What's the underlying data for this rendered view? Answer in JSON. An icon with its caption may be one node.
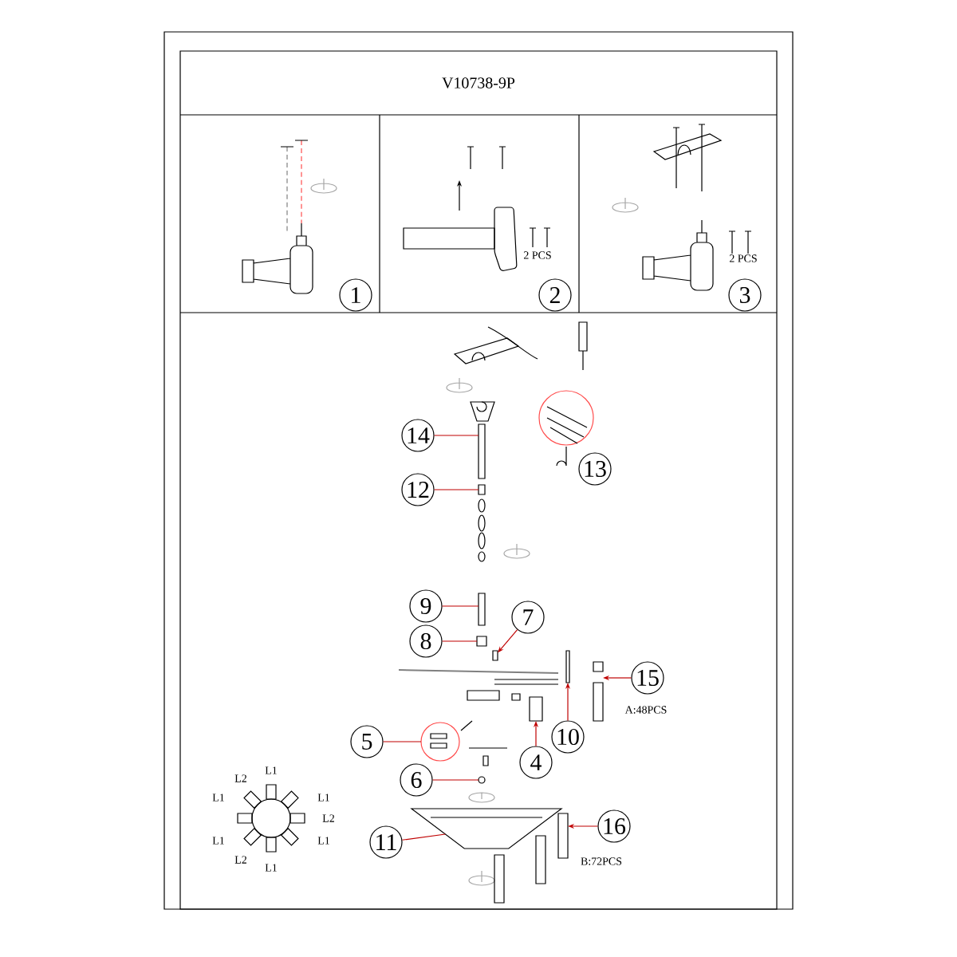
{
  "diagram": {
    "title": "V10738-9P",
    "nodes": [
      {
        "text": [
          "1"
        ]
      },
      {
        "text": [
          "2"
        ]
      },
      {
        "text": [
          "3"
        ]
      },
      {
        "text": [
          "14"
        ]
      },
      {
        "text": [
          "13"
        ]
      },
      {
        "text": [
          "12"
        ]
      },
      {
        "text": [
          "9"
        ]
      },
      {
        "text": [
          "7"
        ]
      },
      {
        "text": [
          "8"
        ]
      },
      {
        "text": [
          "15"
        ]
      },
      {
        "text": [
          "10"
        ]
      },
      {
        "text": [
          "5"
        ]
      },
      {
        "text": [
          "4"
        ]
      },
      {
        "text": [
          "6"
        ]
      },
      {
        "text": [
          "11"
        ]
      },
      {
        "text": [
          "16"
        ]
      },
      {
        "text": [],
        "shape": "bar"
      },
      {
        "text": [],
        "shape": "picture"
      },
      {
        "text": [],
        "shape": "bar"
      },
      {
        "text": [],
        "shape": "box"
      },
      {
        "text": [],
        "shape": "box"
      },
      {
        "text": [],
        "shape": "bar"
      },
      {
        "text": [],
        "shape": "bar"
      },
      {
        "text": [],
        "shape": "circle"
      },
      {
        "text": [],
        "shape": "bar"
      },
      {
        "text": [],
        "shape": "circle"
      },
      {
        "text": [],
        "shape": "picture"
      },
      {
        "text": [],
        "shape": "bar"
      }
    ],
    "edges": [
      {
        "from": 3,
        "to": 16,
        "arrow": "none"
      },
      {
        "from": 5,
        "to": 17,
        "arrow": "none"
      },
      {
        "from": 6,
        "to": 18,
        "arrow": "none"
      },
      {
        "from": 7,
        "to": 19,
        "arrow": "to"
      },
      {
        "from": 8,
        "to": 20,
        "arrow": "none"
      },
      {
        "from": 9,
        "to": 21,
        "arrow": "to"
      },
      {
        "from": 10,
        "to": 22,
        "arrow": "to"
      },
      {
        "from": 11,
        "to": 23,
        "arrow": "none"
      },
      {
        "from": 12,
        "to": 24,
        "arrow": "to"
      },
      {
        "from": 13,
        "to": 25,
        "arrow": "none"
      },
      {
        "from": 14,
        "to": 26,
        "arrow": "none"
      },
      {
        "from": 15,
        "to": 27,
        "arrow": "to"
      }
    ],
    "labels": [
      "2 PCS",
      "2 PCS",
      "A:48PCS",
      "B:72PCS",
      "L1",
      "L2",
      "L1",
      "L1",
      "L2",
      "L1",
      "L1",
      "L2",
      "L1"
    ]
  }
}
